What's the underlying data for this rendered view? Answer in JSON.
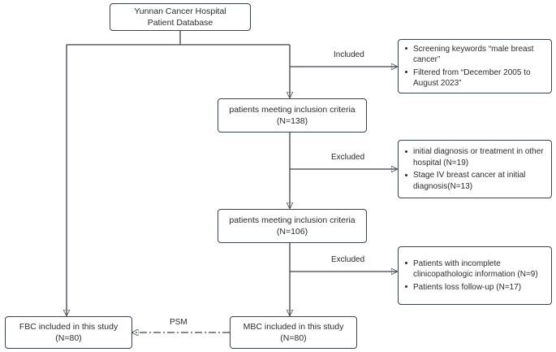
{
  "diagram": {
    "title_node": {
      "line1": "Yunnan Cancer Hospital",
      "line2": "Patient Database"
    },
    "inclusion_138": {
      "line1": "patients meeting inclusion criteria",
      "line2": "(N=138)"
    },
    "inclusion_106": {
      "line1": "patients meeting inclusion criteria",
      "line2": "(N=106)"
    },
    "fbc_final": {
      "line1": "FBC included in this study",
      "line2": "(N=80)"
    },
    "mbc_final": {
      "line1": "MBC included in this study",
      "line2": "(N=80)"
    },
    "screening_criteria": {
      "bullets": [
        "Screening keywords  “male breast cancer”",
        "Filtered from  “December 2005 to August 2023”"
      ]
    },
    "exclusion_one": {
      "bullets": [
        "initial diagnosis or treatment in other hospital (N=19)",
        "Stage IV breast cancer at initial diagnosis(N=13)"
      ]
    },
    "exclusion_two": {
      "bullets": [
        "Patients with incomplete clinicopathologic information (N=9)",
        "Patients loss follow-up (N=17)"
      ]
    },
    "edge_labels": {
      "included": "Included",
      "excluded_one": "Excluded",
      "excluded_two": "Excluded",
      "psm": "PSM"
    },
    "colors": {
      "border": "#3c424b",
      "text": "#2b2b2b",
      "background": "#ffffff"
    }
  }
}
